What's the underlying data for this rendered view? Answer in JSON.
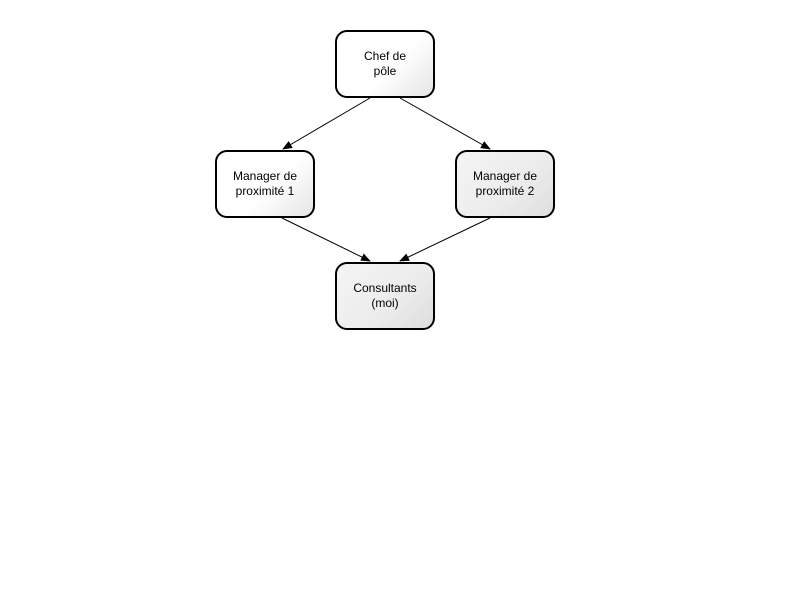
{
  "diagram": {
    "nodes": [
      {
        "id": "chef",
        "lines": [
          "Chef de",
          "pôle"
        ]
      },
      {
        "id": "m1",
        "lines": [
          "Manager de",
          "proximité 1"
        ]
      },
      {
        "id": "m2",
        "lines": [
          "Manager de",
          "proximité 2"
        ]
      },
      {
        "id": "cons",
        "lines": [
          "Consultants",
          "(moi)"
        ]
      }
    ],
    "edges": [
      {
        "from": "chef",
        "to": "m1"
      },
      {
        "from": "chef",
        "to": "m2"
      },
      {
        "from": "m1",
        "to": "cons"
      },
      {
        "from": "m2",
        "to": "cons"
      }
    ]
  }
}
